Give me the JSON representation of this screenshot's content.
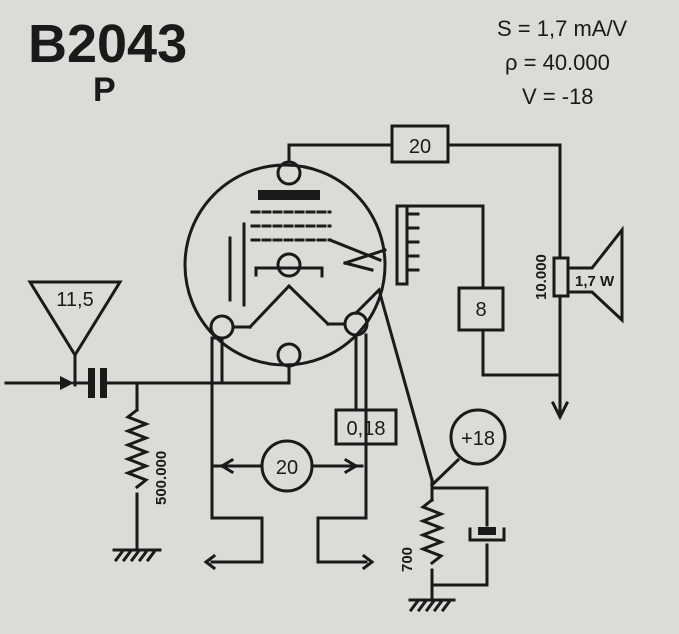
{
  "title": "B2043",
  "subtitle": "P",
  "specs": {
    "s": "S = 1,7 mA/V",
    "rho": "ρ = 40.000",
    "v": "V = -18"
  },
  "labels": {
    "input_triangle": "11,5",
    "grid_resistor": "500.000",
    "anode_box": "20",
    "screen_box": "8",
    "speaker_impedance": "10.000",
    "speaker_power": "1,7 W",
    "filament_box": "0,18",
    "filament_circle": "20",
    "supply_circle": "+18",
    "cathode_resistor": "700"
  }
}
